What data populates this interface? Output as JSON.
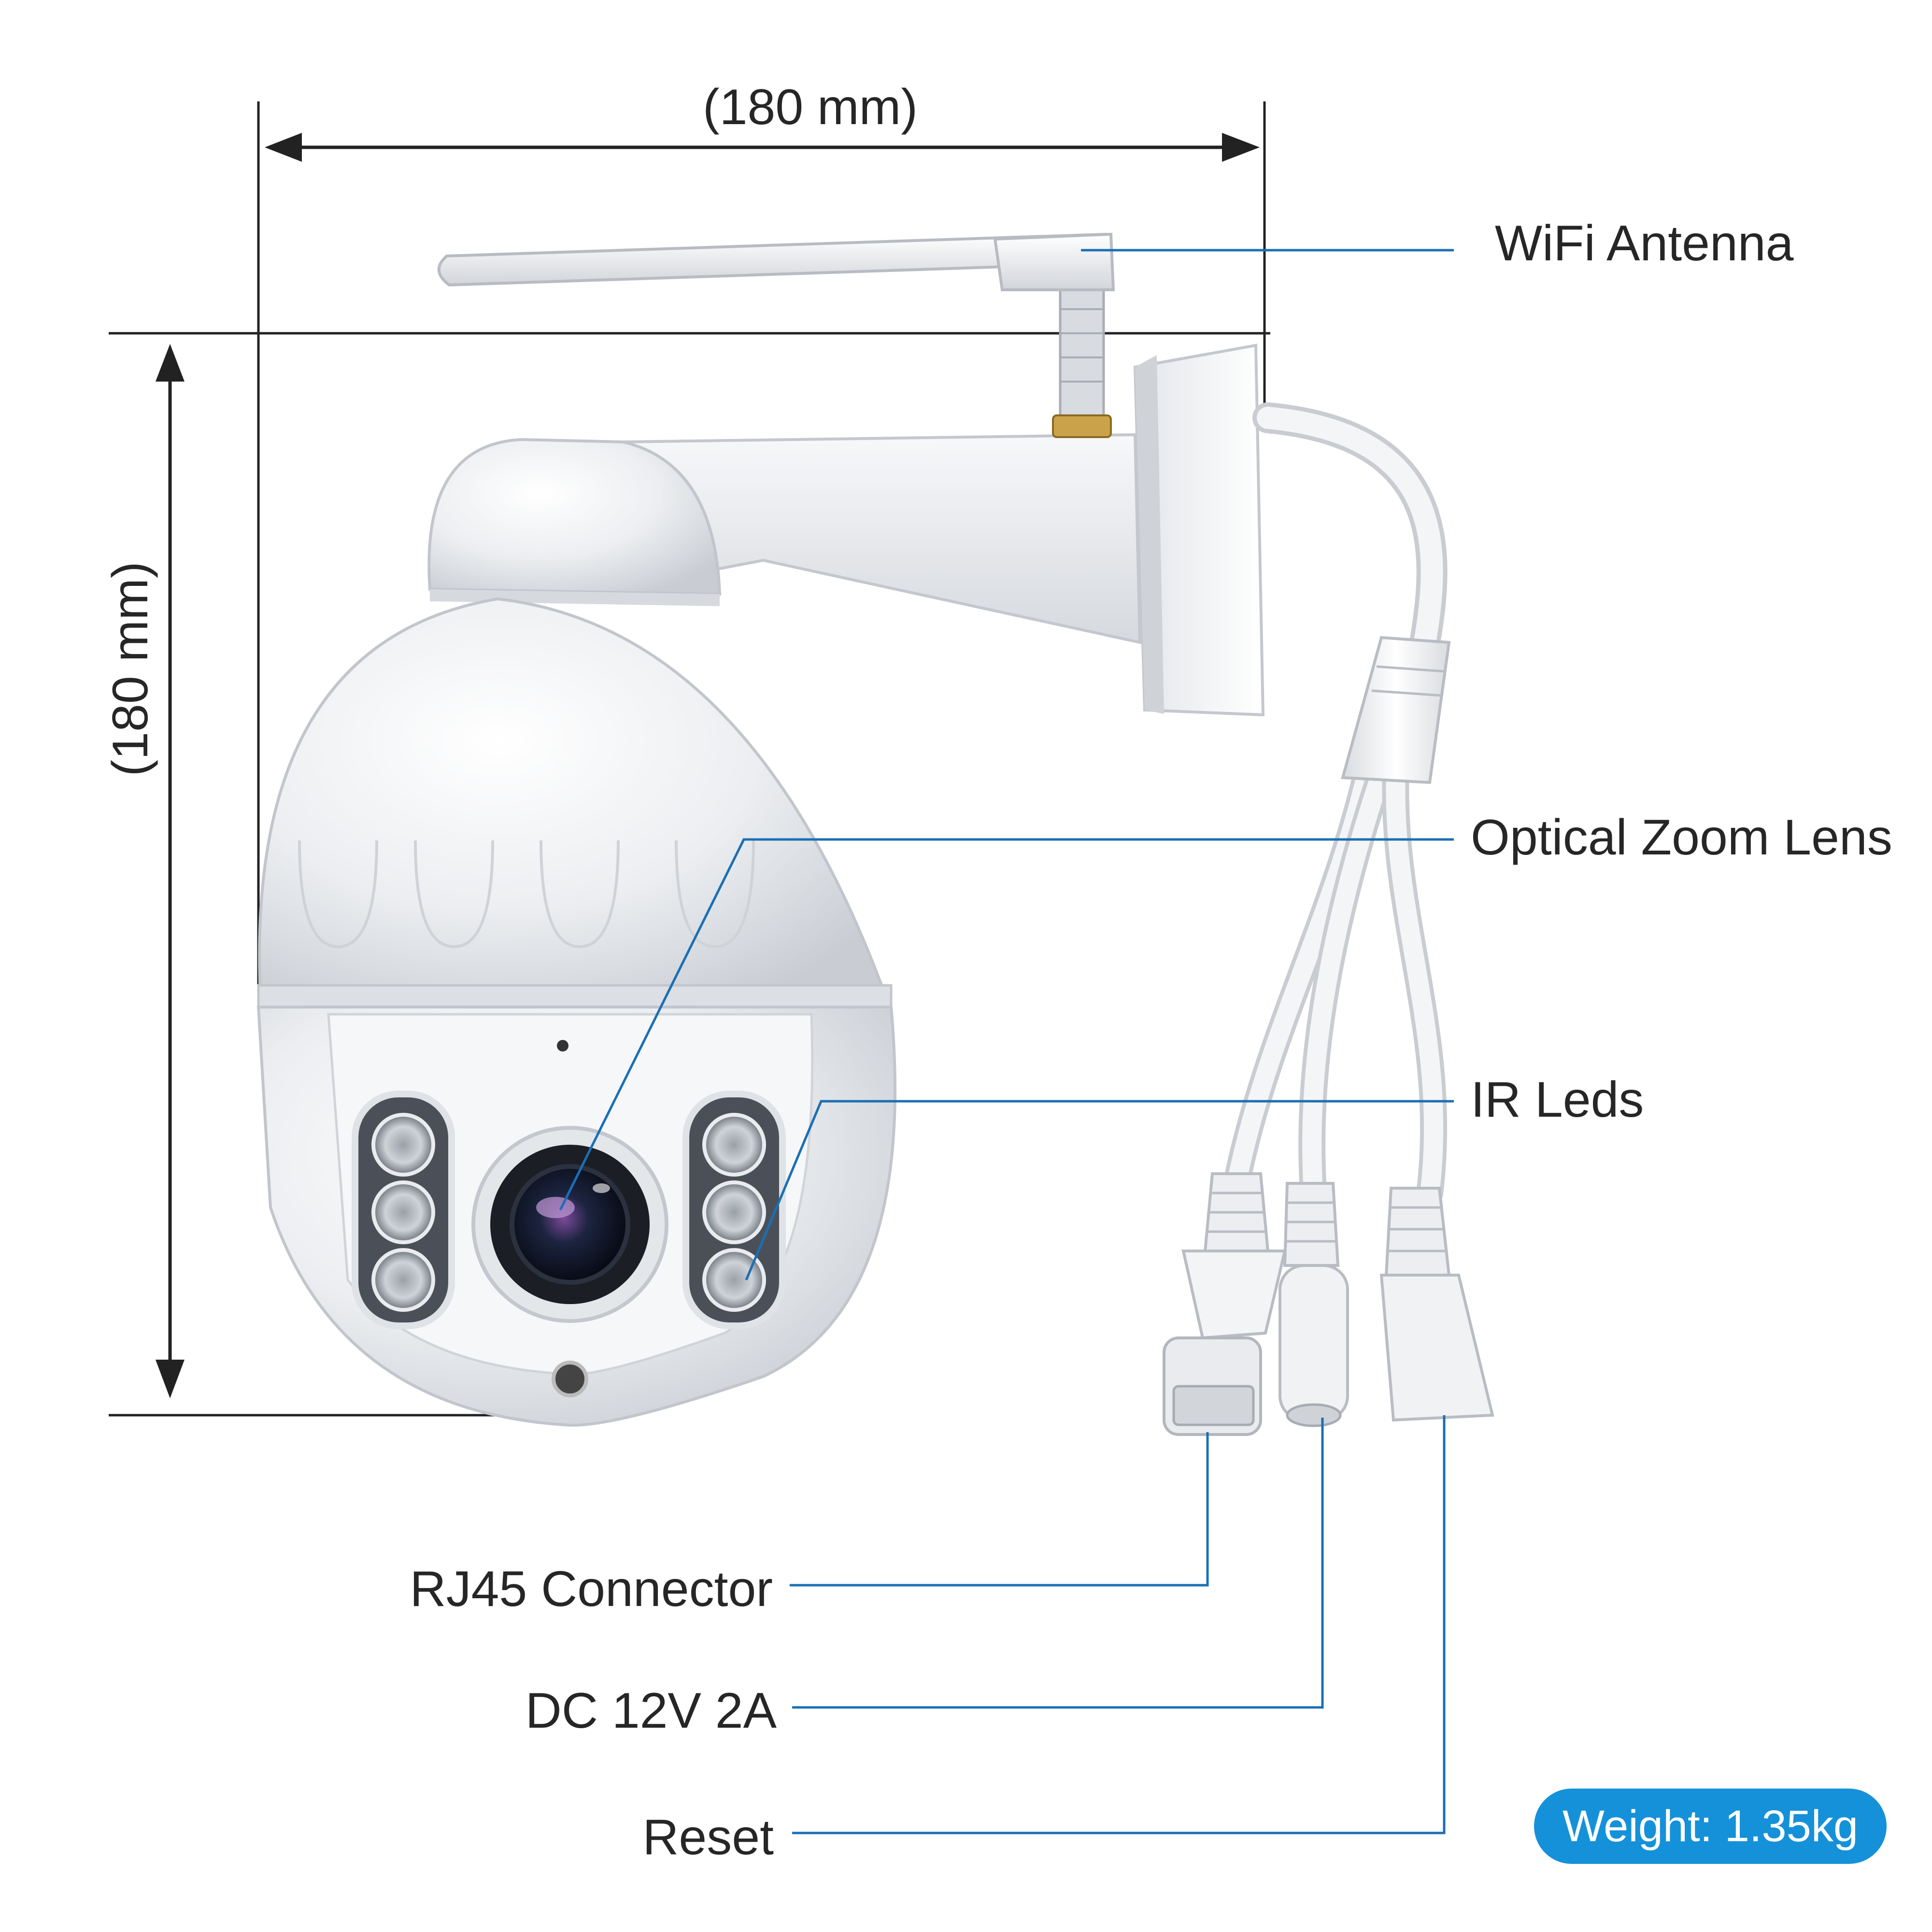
{
  "dimensions": {
    "width_label": "(180 mm)",
    "height_label": "(180 mm)"
  },
  "callouts": {
    "wifi_antenna": "WiFi Antenna",
    "optical_zoom_lens": "Optical Zoom Lens",
    "ir_leds": "IR Leds",
    "rj45_connector": "RJ45 Connector",
    "dc_power": "DC 12V 2A",
    "reset": "Reset"
  },
  "weight": {
    "label": "Weight: 1.35kg"
  },
  "colors": {
    "callout_line": "#1a6fb5",
    "badge": "#1591d9",
    "dimension_line": "#222222",
    "label_text": "#262626"
  }
}
